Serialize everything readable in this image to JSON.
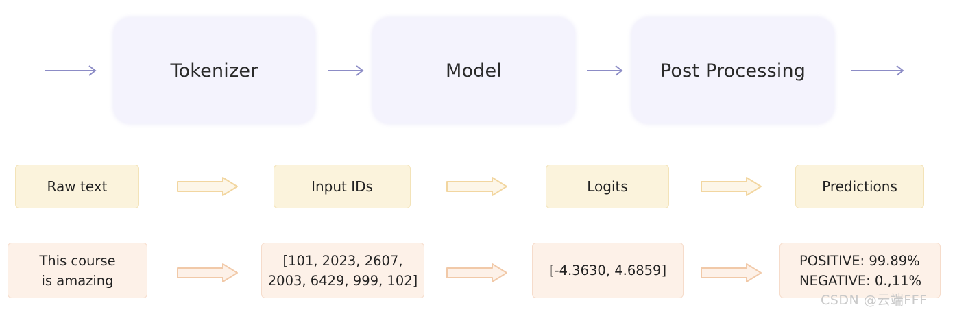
{
  "pipeline": {
    "stages": [
      {
        "label": "Tokenizer"
      },
      {
        "label": "Model"
      },
      {
        "label": "Post Processing"
      }
    ]
  },
  "data_labels": [
    {
      "label": "Raw text"
    },
    {
      "label": "Input IDs"
    },
    {
      "label": "Logits"
    },
    {
      "label": "Predictions"
    }
  ],
  "examples": {
    "raw_text": [
      "This course",
      "is amazing"
    ],
    "input_ids": [
      "[101, 2023, 2607,",
      "2003, 6429, 999, 102]"
    ],
    "logits": [
      "[-4.3630, 4.6859]"
    ],
    "predictions": [
      "POSITIVE: 99.89%",
      "NEGATIVE: 0.,11%"
    ]
  },
  "watermark": "CSDN @云端FFF",
  "colors": {
    "stage_fill": "#f4f3fd",
    "thin_arrow": "#8c8cc6",
    "label_fill": "#fbf3dc",
    "label_arrow": "#f2d6a0",
    "example_fill": "#fdf1e8",
    "example_arrow": "#f1c9a8"
  },
  "icons": {
    "pipeline_arrow": "long-right-arrow",
    "flow_arrow": "outlined-block-arrow"
  }
}
